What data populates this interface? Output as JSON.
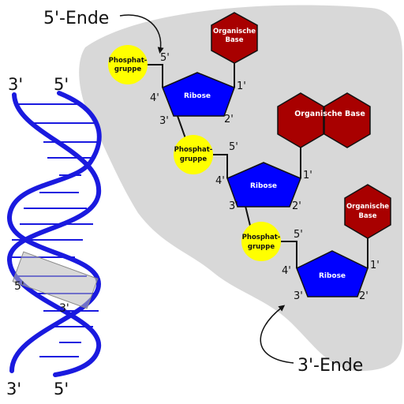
{
  "strand_ends": {
    "five_prime_end": "5'-Ende",
    "three_prime_end": "3'-Ende"
  },
  "helix": {
    "top_left": "3'",
    "top_right": "5'",
    "bottom_left": "3'",
    "bottom_right": "5'",
    "highlight_five": "5'",
    "highlight_three": "3'"
  },
  "nucleotides": [
    {
      "phosphate": [
        "Phosphat-",
        "gruppe"
      ],
      "sugar": "Ribose",
      "base": [
        "Organische",
        "Base"
      ],
      "positions": {
        "p5": "5'",
        "p4": "4'",
        "p3": "3'",
        "p2": "2'",
        "p1": "1'"
      }
    },
    {
      "phosphate": [
        "Phosphat-",
        "gruppe"
      ],
      "sugar": "Ribose",
      "base": [
        "Organische Base"
      ],
      "positions": {
        "p5": "5'",
        "p4": "4'",
        "p3": "3'",
        "p2": "2'",
        "p1": "1'"
      }
    },
    {
      "phosphate": [
        "Phosphat-",
        "gruppe"
      ],
      "sugar": "Ribose",
      "base": [
        "Organische",
        "Base"
      ],
      "positions": {
        "p5": "5'",
        "p4": "4'",
        "p3": "3'",
        "p2": "2'",
        "p1": "1'"
      }
    }
  ],
  "colors": {
    "background_blob": "#d8d8d8",
    "ribose": "#0000ff",
    "phosphate": "#ffff00",
    "base": "#a80000",
    "helix": "#1a1adf"
  }
}
